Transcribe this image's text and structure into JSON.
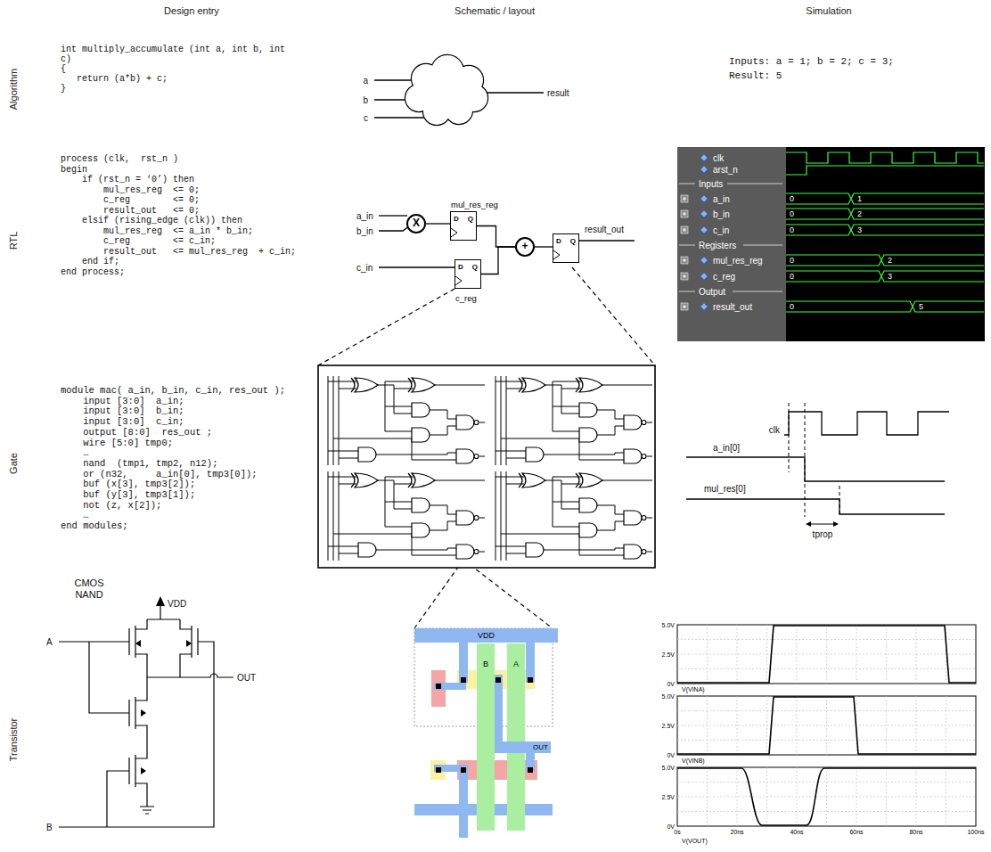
{
  "diagram": {
    "nodes": [
      {
        "text": [
          "X"
        ]
      },
      {
        "text": [
          "mul_res_reg",
          "D",
          "Q"
        ]
      },
      {
        "text": [
          "D",
          "Q",
          "c_reg"
        ]
      },
      {
        "text": [
          "+"
        ]
      },
      {
        "text": [
          "D",
          "Q"
        ]
      },
      {
        "text": [
          "VDD"
        ]
      },
      {
        "text": [
          "B"
        ]
      },
      {
        "text": [
          "A"
        ]
      },
      {
        "text": [
          "OUT"
        ]
      }
    ],
    "edges": [
      {
        "from": 0,
        "to": 1,
        "arrow": "none"
      },
      {
        "from": 1,
        "to": 3,
        "arrow": "none"
      },
      {
        "from": 2,
        "to": 3,
        "arrow": "none"
      },
      {
        "from": 3,
        "to": 4,
        "arrow": "none"
      }
    ],
    "labels": [
      "Design entry",
      "Schematic / layout",
      "Simulation",
      "Algorithm",
      "RTL",
      "Gate",
      "Transistor",
      "int multiply_accumulate (int a, int b, int",
      "c)",
      "{",
      "   return (a*b) + c;",
      "}",
      "a",
      "b",
      "c",
      "result",
      "Inputs: a = 1; b = 2; c = 3;",
      "Result: 5",
      "process (clk,  rst_n )",
      "begin",
      "    if (rst_n = ‘0’) then",
      "        mul_res_reg  <= 0;",
      "        c_reg        <= 0;",
      "        result_out   <= 0;",
      "    elsif (rising_edge (clk)) then",
      "        mul_res_reg  <= a_in * b_in;",
      "        c_reg        <= c_in;",
      "        result_out   <= mul_res_reg  + c_in;",
      "    end if;",
      "end process;",
      "a_in",
      "b_in",
      "c_in",
      "result_out",
      "clk",
      "arst_n",
      "Inputs",
      "a_in",
      "b_in",
      "c_in",
      "Registers",
      "mul_res_reg",
      "c_reg",
      "Output",
      "result_out",
      "0",
      "1",
      "0",
      "2",
      "0",
      "3",
      "0",
      "2",
      "0",
      "3",
      "0",
      "5",
      "module mac( a_in, b_in, c_in, res_out );",
      "    input [3:0]  a_in;",
      "    input [3:0]  b_in;",
      "    input [3:0]  c_in;",
      "    output [8:0]  res_out ;",
      "    wire [5:0] tmp0;",
      "    …",
      "    nand  (tmp1, tmp2, n12);",
      "    or (n32,     a_in[0], tmp3[0]);",
      "    buf (x[3], tmp3[2]);",
      "    buf (y[3], tmp3[1]);",
      "    not (z, x[2]);",
      "    …",
      "end modules;",
      "clk",
      "a_in[0]",
      "mul_res[0]",
      "tprop",
      "CMOS NAND",
      "VDD",
      "A",
      "B",
      "OUT",
      "5.0V",
      "2.5V",
      "0V",
      "V(VINA)",
      "5.0V",
      "2.5V",
      "0V",
      "V(VINB)",
      "5.0V",
      "2.5V",
      "0V",
      "0s",
      "20ns",
      "40ns",
      "60ns",
      "80ns",
      "100ns",
      "V(VOUT)"
    ]
  }
}
